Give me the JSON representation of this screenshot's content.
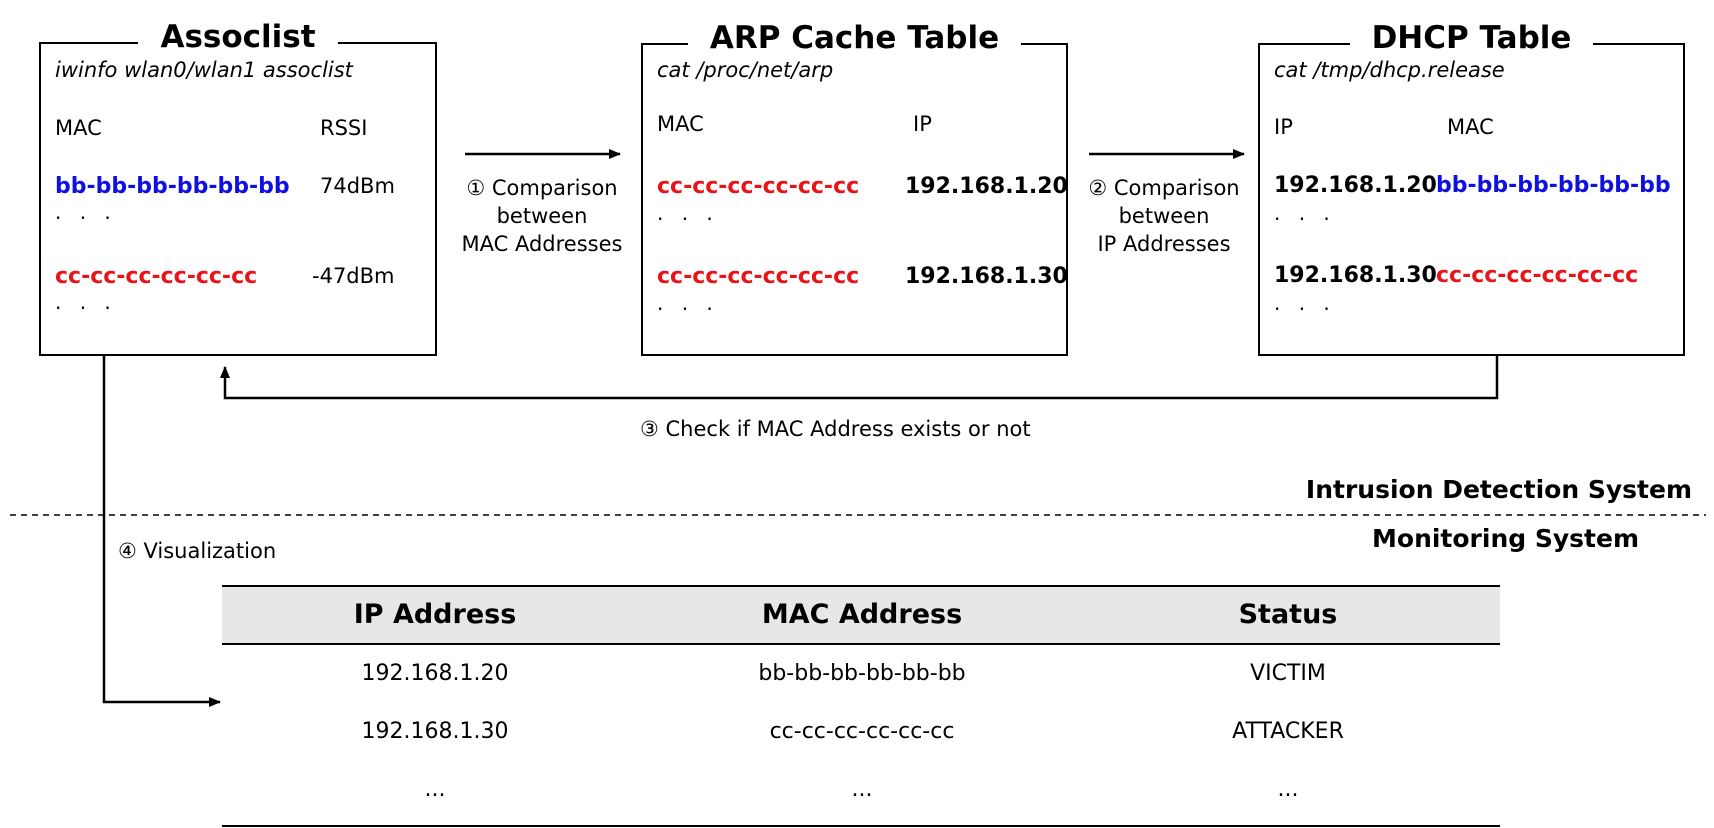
{
  "assoclist": {
    "title": "Assoclist",
    "command": "iwinfo wlan0/wlan1 assoclist",
    "col1": "MAC",
    "col2": "RSSI",
    "rows": [
      {
        "mac": "bb-bb-bb-bb-bb-bb",
        "rssi": "74dBm",
        "color": "#1010e0"
      },
      {
        "mac": "cc-cc-cc-cc-cc-cc",
        "rssi": "-47dBm",
        "color": "#e8141a"
      }
    ],
    "ellipsis": "· · ·"
  },
  "arp": {
    "title": "ARP Cache Table",
    "command": "cat /proc/net/arp",
    "col1": "MAC",
    "col2": "IP",
    "rows": [
      {
        "mac": "cc-cc-cc-cc-cc-cc",
        "ip": "192.168.1.20",
        "color": "#e8141a"
      },
      {
        "mac": "cc-cc-cc-cc-cc-cc",
        "ip": "192.168.1.30",
        "color": "#e8141a"
      }
    ],
    "ellipsis": "· · ·"
  },
  "dhcp": {
    "title": "DHCP Table",
    "command": "cat /tmp/dhcp.release",
    "col1": "IP",
    "col2": "MAC",
    "rows": [
      {
        "ip": "192.168.1.20",
        "mac": "bb-bb-bb-bb-bb-bb",
        "color": "#1010e0"
      },
      {
        "ip": "192.168.1.30",
        "mac": "cc-cc-cc-cc-cc-cc",
        "color": "#e8141a"
      }
    ],
    "ellipsis": "· · ·"
  },
  "steps": {
    "step1": [
      "① Comparison",
      "between",
      "MAC Addresses"
    ],
    "step2": [
      "② Comparison",
      "between",
      "IP Addresses"
    ],
    "step3": "③ Check if MAC Address exists or not",
    "step4": "④ Visualization"
  },
  "systems": {
    "ids": "Intrusion Detection System",
    "monitoring": "Monitoring System"
  },
  "table": {
    "headers": [
      "IP Address",
      "MAC Address",
      "Status"
    ],
    "rows": [
      [
        "192.168.1.20",
        "bb-bb-bb-bb-bb-bb",
        "VICTIM"
      ],
      [
        "192.168.1.30",
        "cc-cc-cc-cc-cc-cc",
        "ATTACKER"
      ],
      [
        "...",
        "...",
        "..."
      ]
    ]
  },
  "colors": {
    "blue": "#1010e0",
    "red": "#e8141a",
    "header_bg": "#e7e7e7"
  }
}
